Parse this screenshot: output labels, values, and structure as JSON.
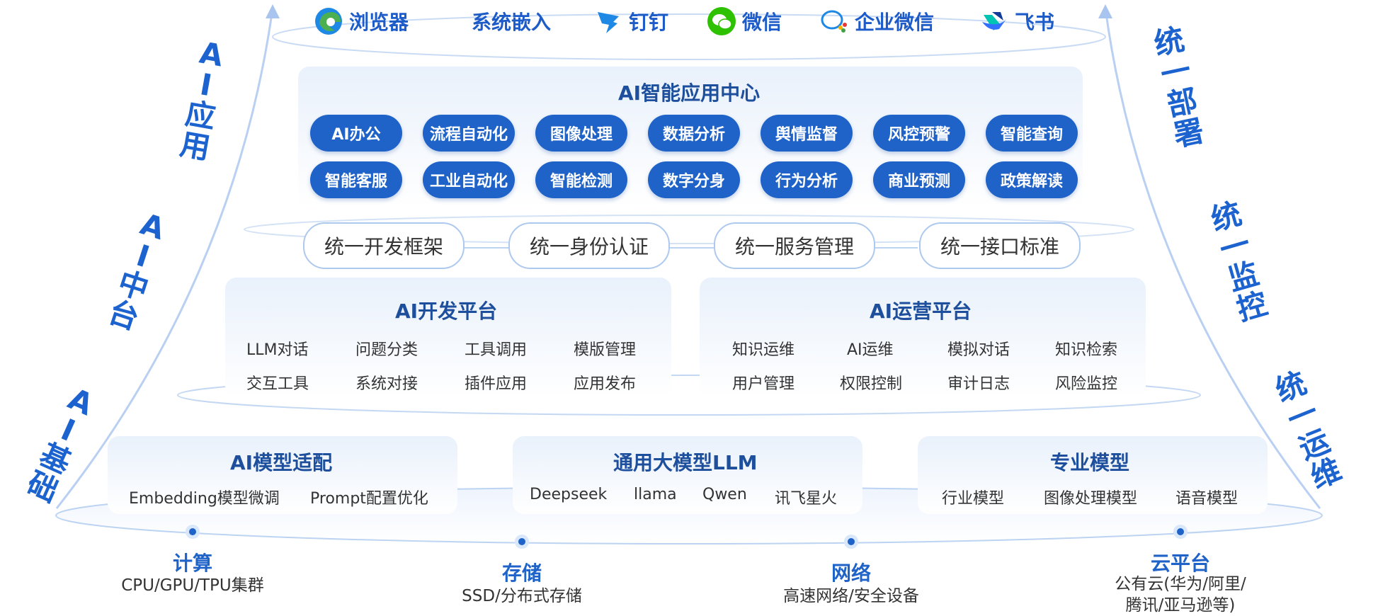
{
  "entries": [
    {
      "label": "浏览器",
      "icon": "edge-browser-icon"
    },
    {
      "label": "系统嵌入",
      "icon": ""
    },
    {
      "label": "钉钉",
      "icon": "dingtalk-icon"
    },
    {
      "label": "微信",
      "icon": "wechat-icon"
    },
    {
      "label": "企业微信",
      "icon": "wecom-icon"
    },
    {
      "label": "飞书",
      "icon": "feishu-icon"
    }
  ],
  "left_labels": {
    "app": "AI应用",
    "mid": "AI中台",
    "base": "AI基础"
  },
  "right_labels": {
    "deploy": "统一部署",
    "monitor": "统一监控",
    "ops": "统一运维"
  },
  "app_center": {
    "title": "AI智能应用中心",
    "row1": [
      "AI办公",
      "流程自动化",
      "图像处理",
      "数据分析",
      "舆情监督",
      "风控预警",
      "智能查询"
    ],
    "row2": [
      "智能客服",
      "工业自动化",
      "智能检测",
      "数字分身",
      "行为分析",
      "商业预测",
      "政策解读"
    ]
  },
  "unified": [
    "统一开发框架",
    "统一身份认证",
    "统一服务管理",
    "统一接口标准"
  ],
  "dev_platform": {
    "title": "AI开发平台",
    "items": [
      "LLM对话",
      "问题分类",
      "工具调用",
      "模版管理",
      "交互工具",
      "系统对接",
      "插件应用",
      "应用发布"
    ]
  },
  "ops_platform": {
    "title": "AI运营平台",
    "items": [
      "知识运维",
      "AI运维",
      "模拟对话",
      "知识检索",
      "用户管理",
      "权限控制",
      "审计日志",
      "风险监控"
    ]
  },
  "model_adapt": {
    "title": "AI模型适配",
    "items": [
      "Embedding模型微调",
      "Prompt配置优化"
    ]
  },
  "general_llm": {
    "title": "通用大模型LLM",
    "items": [
      "Deepseek",
      "llama",
      "Qwen",
      "讯飞星火"
    ]
  },
  "pro_model": {
    "title": "专业模型",
    "items": [
      "行业模型",
      "图像处理模型",
      "语音模型"
    ]
  },
  "infra": [
    {
      "title": "计算",
      "desc": "CPU/GPU/TPU集群"
    },
    {
      "title": "存储",
      "desc": "SSD/分布式存储"
    },
    {
      "title": "网络",
      "desc": "高速网络/安全设备"
    },
    {
      "title": "云平台",
      "desc": "公有云(华为/阿里/\n腾讯/亚马逊等)"
    }
  ],
  "colors": {
    "primary": "#1f63c9",
    "title": "#1d4f9c",
    "side": "#1c63cf"
  }
}
